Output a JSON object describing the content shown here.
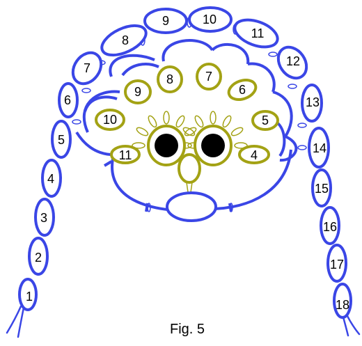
{
  "caption": "Fig. 5",
  "colors": {
    "outer": "#3a46e6",
    "inner": "#a3a214",
    "eye": "#000000",
    "background": "#ffffff"
  },
  "left_chain": [
    "1",
    "2",
    "3",
    "4",
    "5",
    "6",
    "7",
    "8",
    "9"
  ],
  "right_chain": [
    "10",
    "11",
    "12",
    "13",
    "14",
    "15",
    "16",
    "17",
    "18"
  ],
  "inner_rings": [
    "4",
    "5",
    "6",
    "7",
    "8",
    "9",
    "10",
    "11"
  ]
}
